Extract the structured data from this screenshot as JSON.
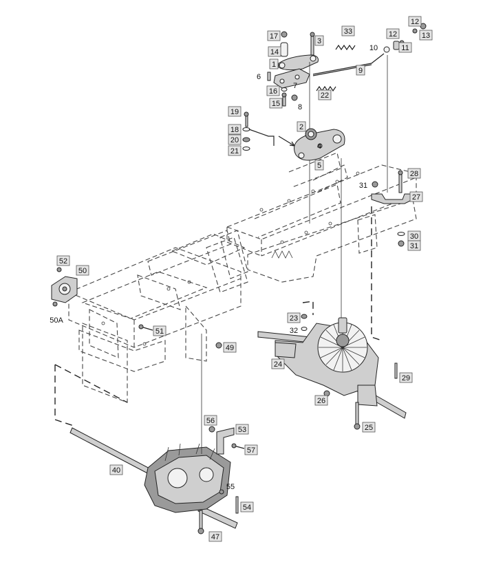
{
  "callouts": [
    {
      "id": "c1",
      "label": "1"
    },
    {
      "id": "c2",
      "label": "2"
    },
    {
      "id": "c3",
      "label": "3"
    },
    {
      "id": "c4",
      "label": "4"
    },
    {
      "id": "c5",
      "label": "5"
    },
    {
      "id": "c6",
      "label": "6"
    },
    {
      "id": "c7",
      "label": "7"
    },
    {
      "id": "c8",
      "label": "8"
    },
    {
      "id": "c9",
      "label": "9"
    },
    {
      "id": "c10",
      "label": "10"
    },
    {
      "id": "c11",
      "label": "11"
    },
    {
      "id": "c12a",
      "label": "12"
    },
    {
      "id": "c12b",
      "label": "12"
    },
    {
      "id": "c13",
      "label": "13"
    },
    {
      "id": "c14",
      "label": "14"
    },
    {
      "id": "c15",
      "label": "15"
    },
    {
      "id": "c16",
      "label": "16"
    },
    {
      "id": "c17",
      "label": "17"
    },
    {
      "id": "c18",
      "label": "18"
    },
    {
      "id": "c19",
      "label": "19"
    },
    {
      "id": "c20",
      "label": "20"
    },
    {
      "id": "c21",
      "label": "21"
    },
    {
      "id": "c22",
      "label": "22"
    },
    {
      "id": "c23",
      "label": "23"
    },
    {
      "id": "c24",
      "label": "24"
    },
    {
      "id": "c25",
      "label": "25"
    },
    {
      "id": "c26",
      "label": "26"
    },
    {
      "id": "c27",
      "label": "27"
    },
    {
      "id": "c28",
      "label": "28"
    },
    {
      "id": "c29",
      "label": "29"
    },
    {
      "id": "c30",
      "label": "30"
    },
    {
      "id": "c31a",
      "label": "31"
    },
    {
      "id": "c31b",
      "label": "31"
    },
    {
      "id": "c32",
      "label": "32"
    },
    {
      "id": "c33",
      "label": "33"
    },
    {
      "id": "c40",
      "label": "40"
    },
    {
      "id": "c47",
      "label": "47"
    },
    {
      "id": "c49",
      "label": "49"
    },
    {
      "id": "c50",
      "label": "50"
    },
    {
      "id": "c50a",
      "label": "50A"
    },
    {
      "id": "c51",
      "label": "51"
    },
    {
      "id": "c52",
      "label": "52"
    },
    {
      "id": "c53",
      "label": "53"
    },
    {
      "id": "c54",
      "label": "54"
    },
    {
      "id": "c55",
      "label": "55"
    },
    {
      "id": "c56",
      "label": "56"
    },
    {
      "id": "c57",
      "label": "57"
    }
  ]
}
